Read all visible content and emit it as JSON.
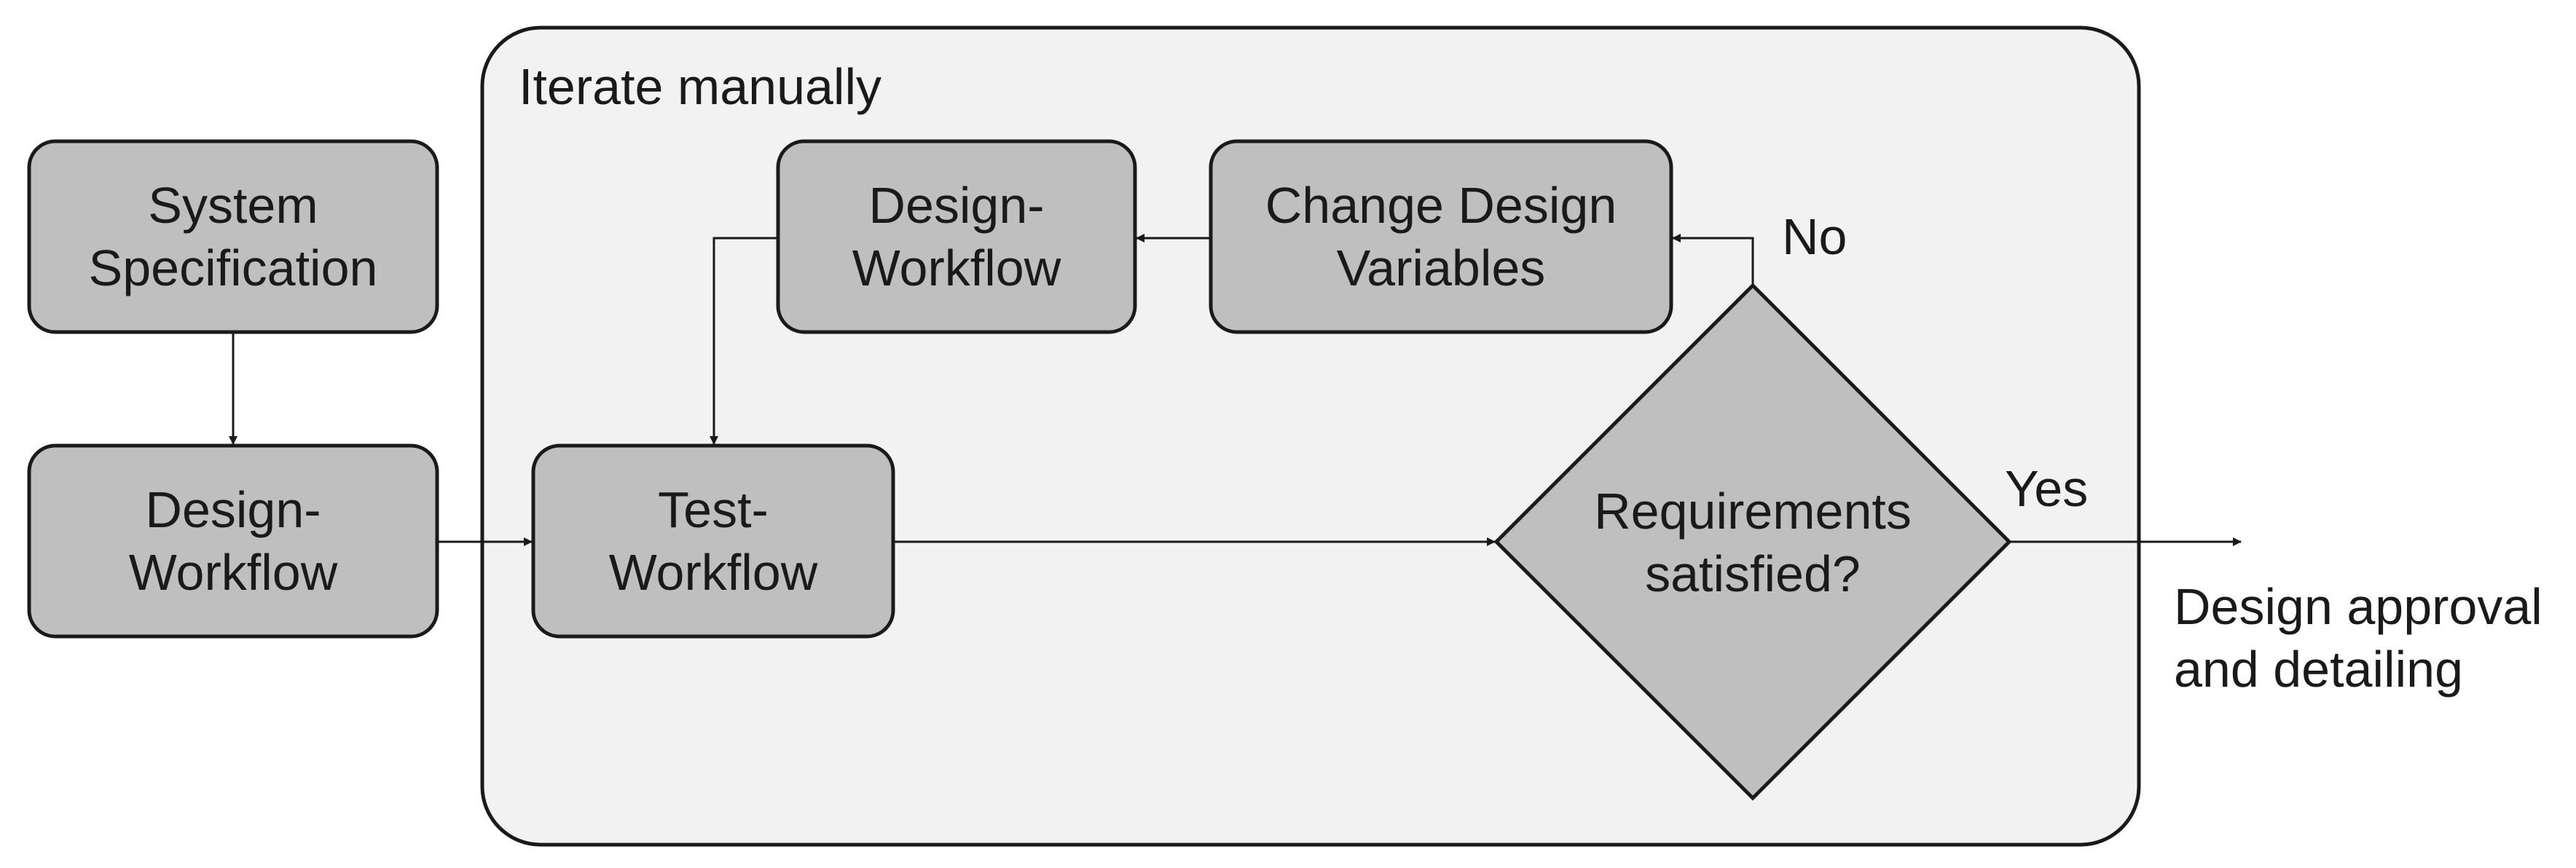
{
  "diagram": {
    "group_label": "Iterate manually",
    "nodes": {
      "system_spec": "System\nSpecification",
      "design_workflow_left": "Design-\nWorkflow",
      "design_workflow_top": "Design-\nWorkflow",
      "change_design_variables": "Change Design\nVariables",
      "test_workflow": "Test-\nWorkflow",
      "requirements_satisfied": "Requirements\nsatisfied?"
    },
    "edge_labels": {
      "no": "No",
      "yes": "Yes"
    },
    "outcome": "Design approval\nand detailing",
    "colors": {
      "node_fill": "#bfbfbf",
      "group_fill": "#f2f2f2",
      "stroke": "#1a1a1a"
    }
  }
}
